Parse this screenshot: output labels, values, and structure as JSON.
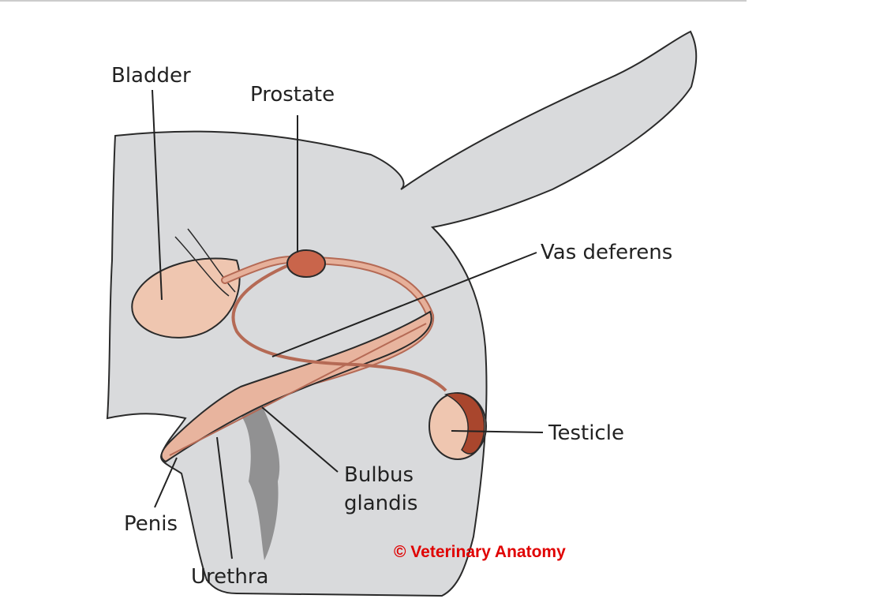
{
  "labels": {
    "bladder": "Bladder",
    "prostate": "Prostate",
    "vas_deferens": "Vas deferens",
    "testicle": "Testicle",
    "bulbus_glandis": [
      "Bulbus",
      "glandis"
    ],
    "penis": "Penis",
    "urethra": "Urethra"
  },
  "copyright": "© Veterinary Anatomy",
  "colors": {
    "body": "#d9dadc",
    "outline": "#2a2a2a",
    "organ": "#e6b09a",
    "organ_dark": "#b56a55",
    "prostate": "#c9654b",
    "testicle_dark": "#a9462d",
    "copyright": "#e00000"
  }
}
